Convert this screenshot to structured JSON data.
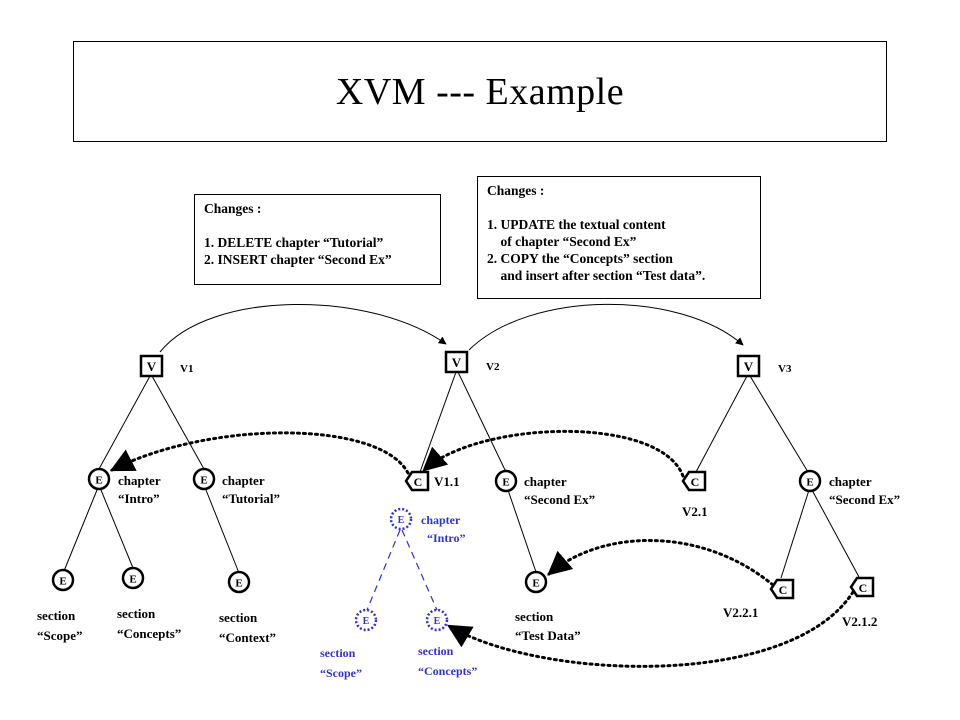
{
  "title": "XVM --- Example",
  "changes_box_1": {
    "lines": [
      "Changes :",
      "",
      "1. DELETE chapter “Tutorial”",
      "2. INSERT chapter “Second Ex”"
    ]
  },
  "changes_box_2": {
    "lines": [
      "Changes :",
      "",
      "1. UPDATE the textual content",
      "    of chapter “Second Ex”",
      "2. COPY the “Concepts” section",
      "    and insert after section “Test data”."
    ]
  },
  "node_glyphs": {
    "version": "V",
    "element": "E",
    "copy": "C"
  },
  "v1": {
    "version_label": "V1",
    "chapter_intro": [
      "chapter",
      "“Intro”"
    ],
    "chapter_tutorial": [
      "chapter",
      "“Tutorial”"
    ],
    "section_scope": [
      "section",
      "“Scope”"
    ],
    "section_concepts": [
      "section",
      "“Concepts”"
    ],
    "section_context": [
      "section",
      "“Context”"
    ]
  },
  "v2": {
    "version_label": "V2",
    "copy_label": "V1.1",
    "chapter_second_ex": [
      "chapter",
      "“Second Ex”"
    ],
    "ghost_chapter_intro": [
      "chapter",
      "“Intro”"
    ],
    "ghost_section_scope": [
      "section",
      "“Scope”"
    ],
    "ghost_section_concepts": [
      "section",
      "“Concepts”"
    ],
    "section_test_data": [
      "section",
      "“Test Data”"
    ]
  },
  "v3": {
    "version_label": "V3",
    "copy_label": "V2.1",
    "chapter_second_ex": [
      "chapter",
      "“Second Ex”"
    ],
    "copy_label_2": "V2.2.1",
    "copy_label_3": "V2.1.2"
  },
  "colors": {
    "ink": "#000000",
    "ghost": "#3333cc"
  }
}
